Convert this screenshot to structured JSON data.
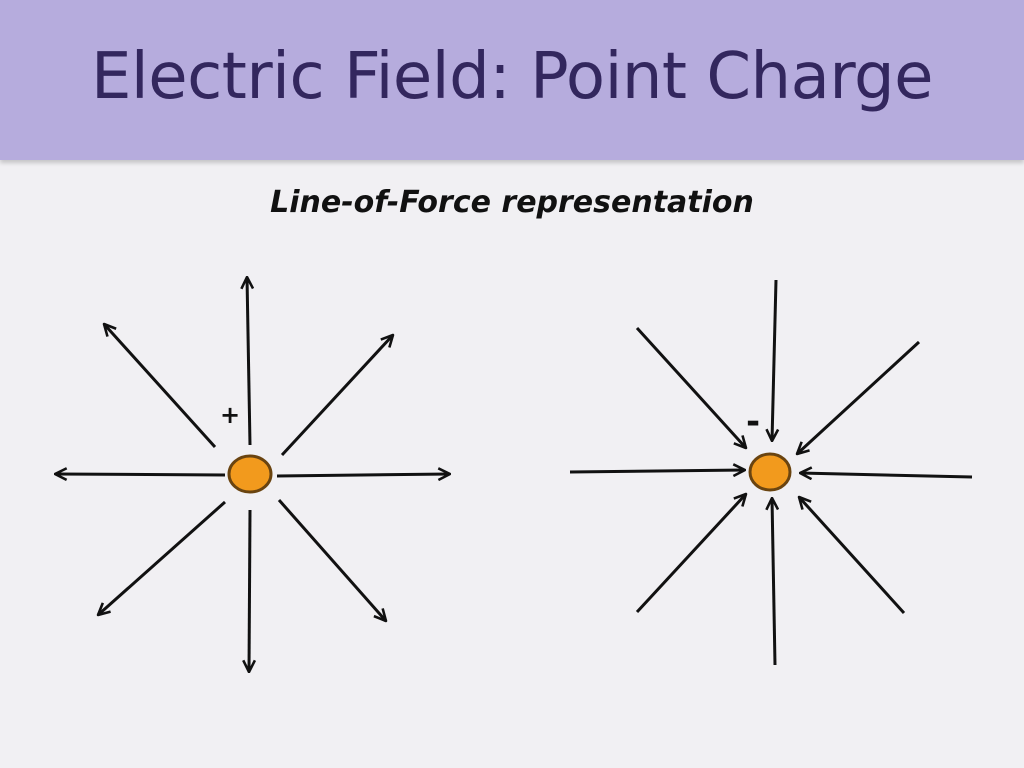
{
  "slide": {
    "title": "Electric Field: Point Charge",
    "subtitle": "Line-of-Force representation"
  },
  "colors": {
    "title_bar": "#b6acdd",
    "title_text": "#33275e",
    "charge_fill": "#f29a1d",
    "charge_stroke": "#6a4410",
    "field_line": "#111111"
  },
  "charges": [
    {
      "sign": "+",
      "field_direction": "outward"
    },
    {
      "sign": "-",
      "field_direction": "inward"
    }
  ]
}
